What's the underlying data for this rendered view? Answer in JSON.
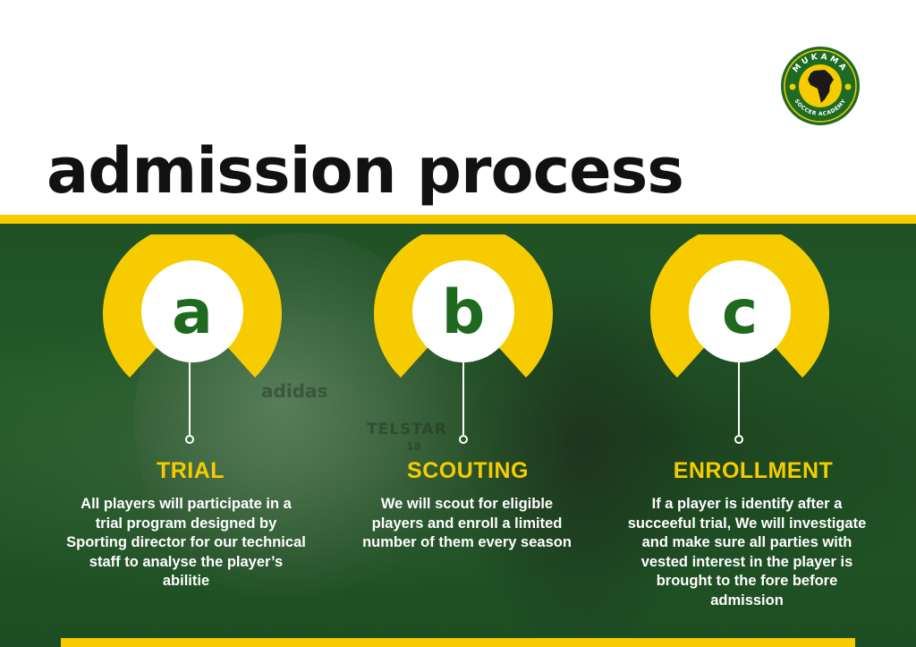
{
  "page": {
    "title": "admission process"
  },
  "logo": {
    "top_text": "MUKAMA",
    "bottom_text": "SOCCER ACADEMY"
  },
  "photo_marks": {
    "ball_brand": "adidas",
    "ball_model": "TELSTAR",
    "ball_number": "18"
  },
  "colors": {
    "accent_yellow": "#f6cc00",
    "letter_green": "#1f6a1f",
    "field_green": "#245a29"
  },
  "steps": [
    {
      "letter": "a",
      "heading": "TRIAL",
      "description": "All players will participate in a trial program designed by Sporting director for our technical staff to analyse the player’s abilitie"
    },
    {
      "letter": "b",
      "heading": "SCOUTING",
      "description": "We will scout for eligible players and enroll a limited number of them every season"
    },
    {
      "letter": "c",
      "heading": "ENROLLMENT",
      "description": "If a player is identify after a succeeful trial, We will investigate and make sure all parties with vested interest in the player is brought to the fore before admission"
    }
  ]
}
